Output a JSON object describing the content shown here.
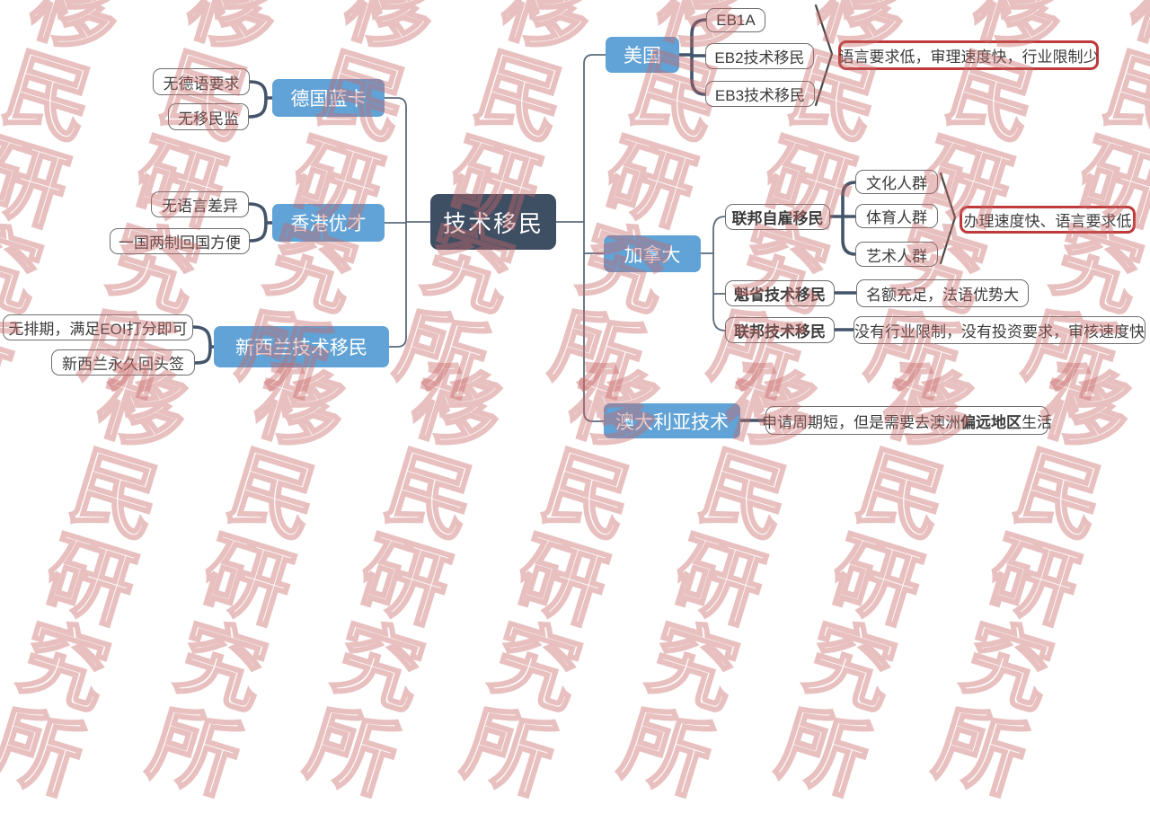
{
  "watermark": {
    "text": "移\n民\n研\n究\n所"
  },
  "root": {
    "label": "技术移民"
  },
  "left_branches": [
    {
      "label": "德国蓝卡",
      "children": [
        "无德语要求",
        "无移民监"
      ]
    },
    {
      "label": "香港优才",
      "children": [
        "无语言差异",
        "一国两制回国方便"
      ]
    },
    {
      "label": "新西兰技术移民",
      "children": [
        "无排期，满足EOI打分即可",
        "新西兰永久回头签"
      ]
    }
  ],
  "right_branches": [
    {
      "label": "美国",
      "programs": [
        "EB1A",
        "EB2技术移民",
        "EB3技术移民"
      ],
      "note": "语言要求低，审理速度快，行业限制少"
    },
    {
      "label": "加拿大",
      "sub": [
        {
          "label": "联邦自雇移民",
          "groups": [
            "文化人群",
            "体育人群",
            "艺术人群"
          ],
          "note": "办理速度快、语言要求低"
        },
        {
          "label": "魁省技术移民",
          "note": "名额充足，法语优势大"
        },
        {
          "label": "联邦技术移民",
          "note": "没有行业限制，没有投资要求，审核速度快"
        }
      ]
    },
    {
      "label": "澳大利亚技术",
      "note_prefix": "申请周期短，但是需要去澳洲",
      "note_bold": "偏远地区",
      "note_suffix": "生活"
    }
  ],
  "colors": {
    "branch_blue": "#61a3d6",
    "root_dark": "#3e4e63",
    "note_red_border": "#bf3a3a",
    "connector_dark": "#44546a",
    "connector_gray": "#5b6b7c",
    "watermark_red": "#c96a6a"
  }
}
